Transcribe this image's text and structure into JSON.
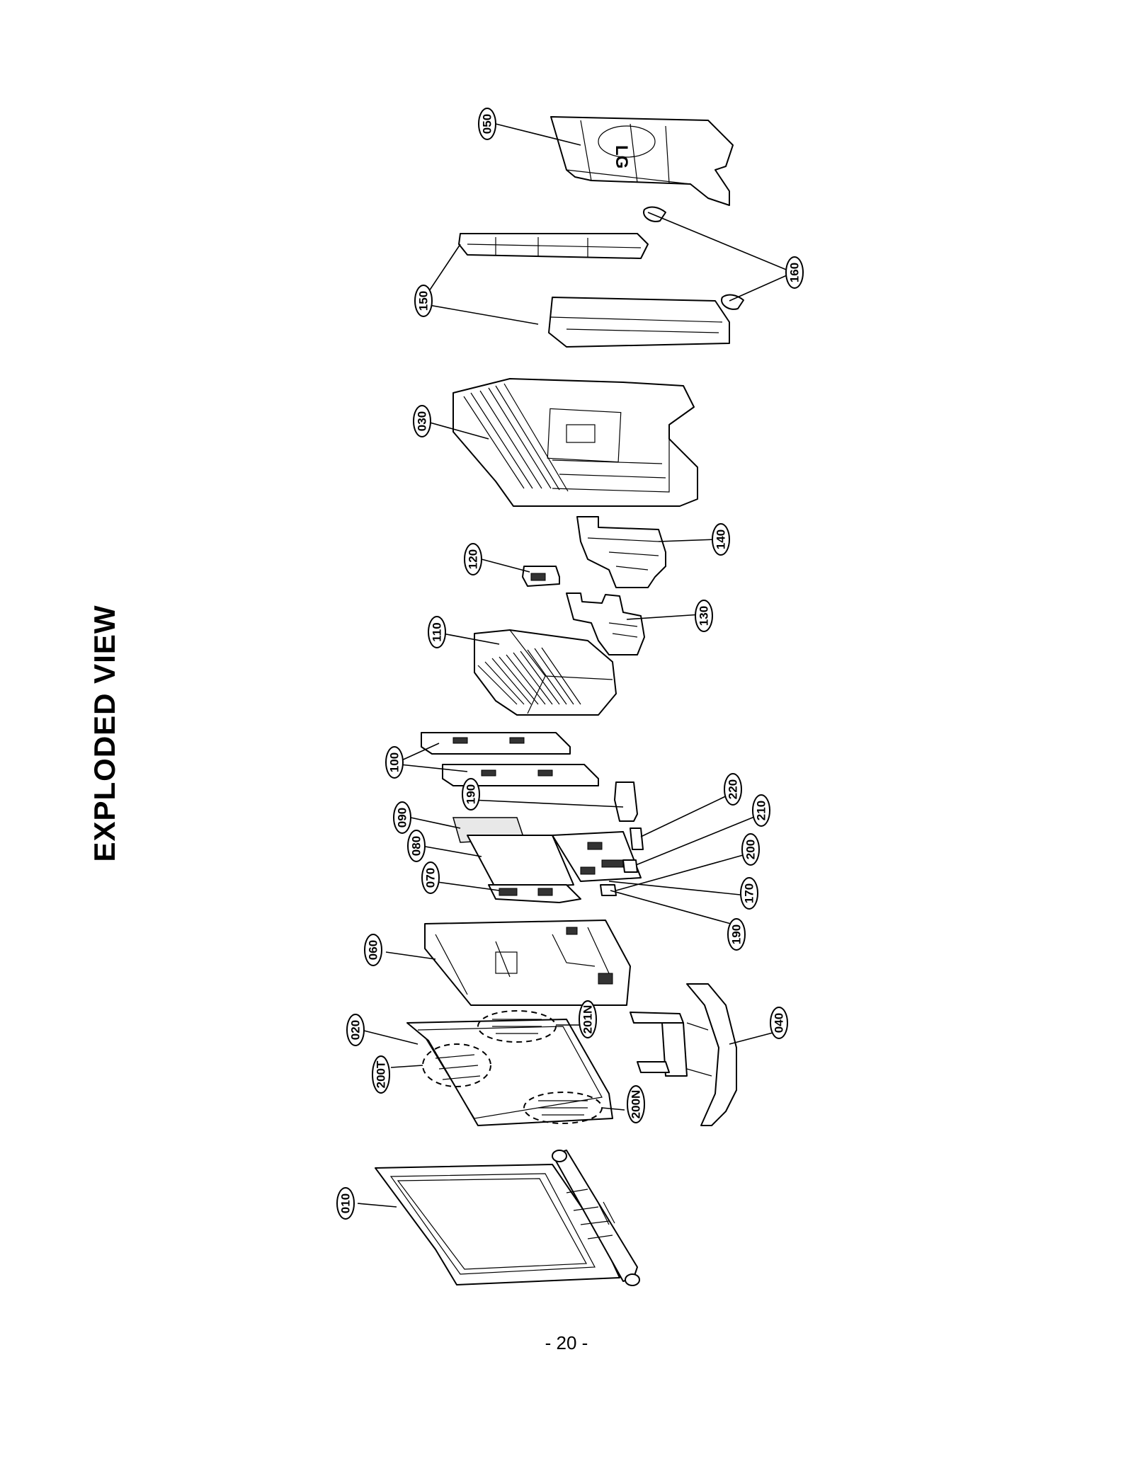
{
  "title": "EXPLODED VIEW",
  "page_number": "- 20 -",
  "parts": [
    "050",
    "160",
    "150",
    "030",
    "140",
    "120",
    "130",
    "110",
    "100",
    "190",
    "220",
    "210",
    "090",
    "080",
    "070",
    "200",
    "170",
    "060",
    "040",
    "020",
    "201N",
    "200T",
    "200N",
    "010"
  ]
}
